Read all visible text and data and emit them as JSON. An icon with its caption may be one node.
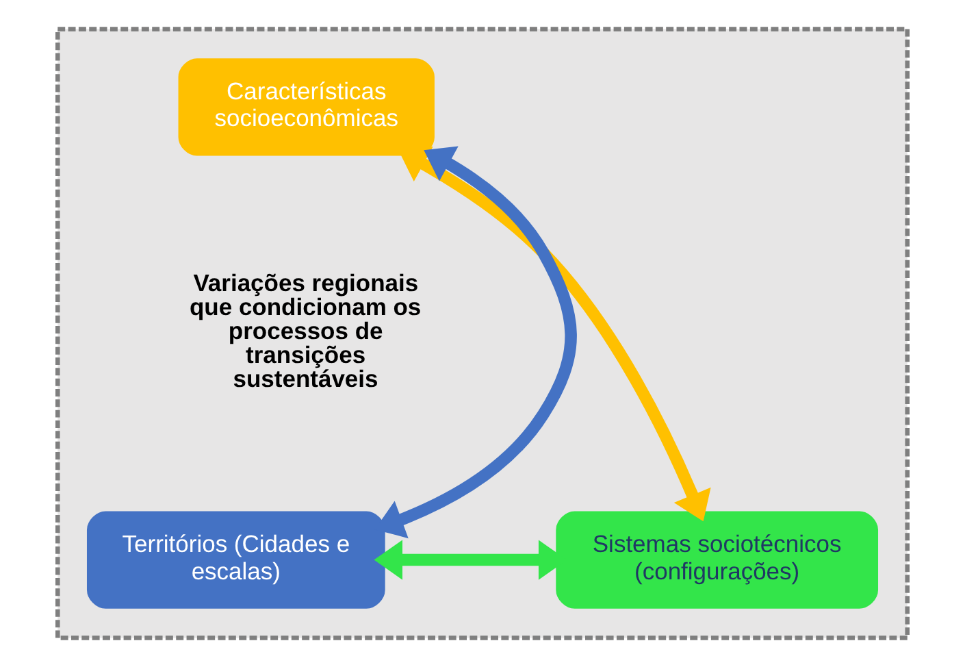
{
  "diagram": {
    "nodes": [
      {
        "text": [],
        "shape": "box"
      },
      {
        "text": [
          "Características socioeconômicas"
        ],
        "in": 0
      },
      {
        "text": [
          "Variações regionais que condicionam os processos de transições sustentáveis"
        ],
        "in": 0
      },
      {
        "text": [
          "Territórios (Cidades e escalas)"
        ],
        "in": 0
      },
      {
        "text": [
          "Sistemas sociotécnicos (configurações)"
        ],
        "in": 0
      }
    ],
    "edges": [
      {
        "from": 3,
        "to": 1,
        "arrow": "both",
        "color": "#4472c4"
      },
      {
        "from": 1,
        "to": 4,
        "arrow": "both",
        "color": "#ffc000"
      },
      {
        "from": 3,
        "to": 4,
        "arrow": "both",
        "color": "#33e54a"
      }
    ]
  }
}
